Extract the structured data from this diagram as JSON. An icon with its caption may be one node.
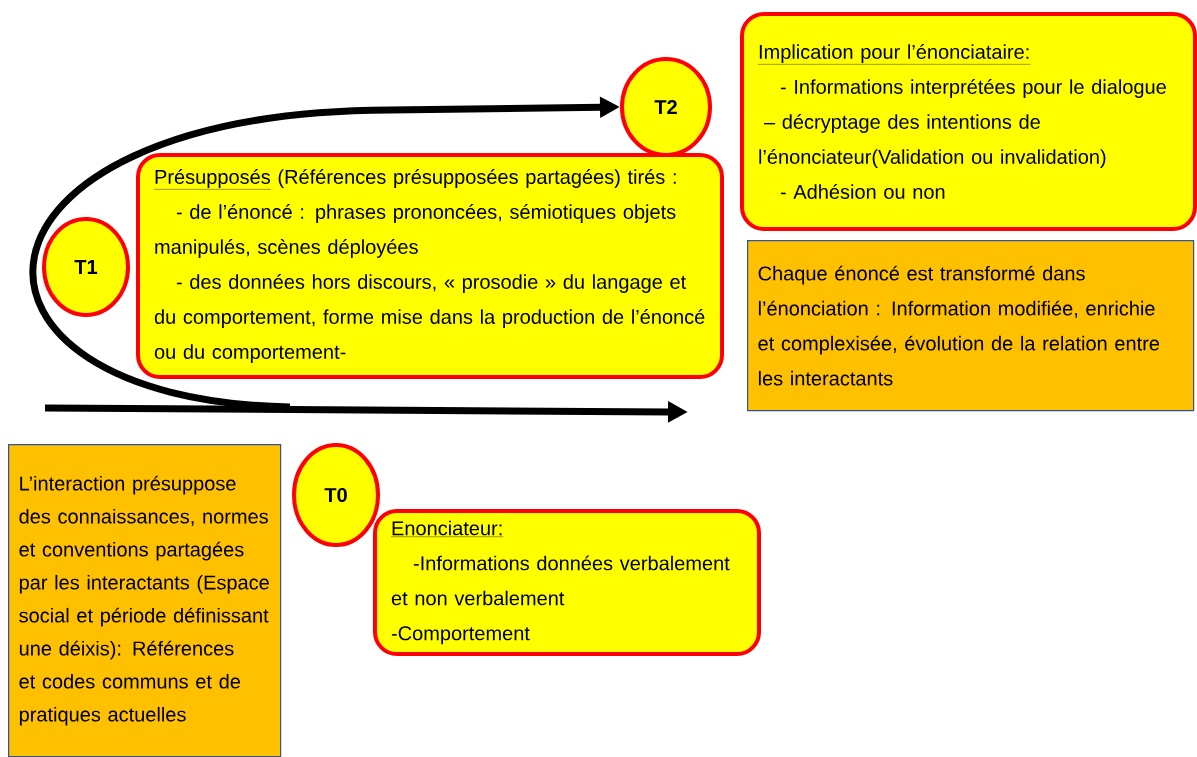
{
  "diagram": {
    "nodes": [
      {
        "text": [
          "Implication pour l’énonciataire:",
          "- Informations interprétées pour le dialogue",
          "– décryptage des intentions de l’énonciateur(Validation ou invalidation)",
          "- Adhésion ou non"
        ]
      },
      {
        "text": [
          "T2"
        ]
      },
      {
        "text": [
          "Présupposés",
          "(Références présupposées partagées) tirés :",
          "- de l’énoncé : phrases prononcées, sémiotiques objets manipulés, scènes déployées",
          "- des données hors discours, « prosodie » du langage et du comportement, forme mise dans la production de l’énoncé ou du comportement-"
        ]
      },
      {
        "text": [
          "T1"
        ]
      },
      {
        "text": [
          "Chaque énoncé est transformé dans l’énonciation : Information modifiée, enrichie et complexisée, évolution de la relation entre les interactants"
        ]
      },
      {
        "text": [
          "L’interaction présuppose des connaissances, normes et conventions partagées par les interactants (Espace social et période définissant une déixis): Références et codes communs et de pratiques actuelles"
        ]
      },
      {
        "text": [
          "T0"
        ]
      },
      {
        "text": [
          "Enonciateur:",
          "-Informations données verbalement et non verbalement",
          "-Comportement"
        ]
      }
    ],
    "edges": [
      {
        "from": null,
        "to": 1,
        "arrow": "to"
      }
    ]
  }
}
